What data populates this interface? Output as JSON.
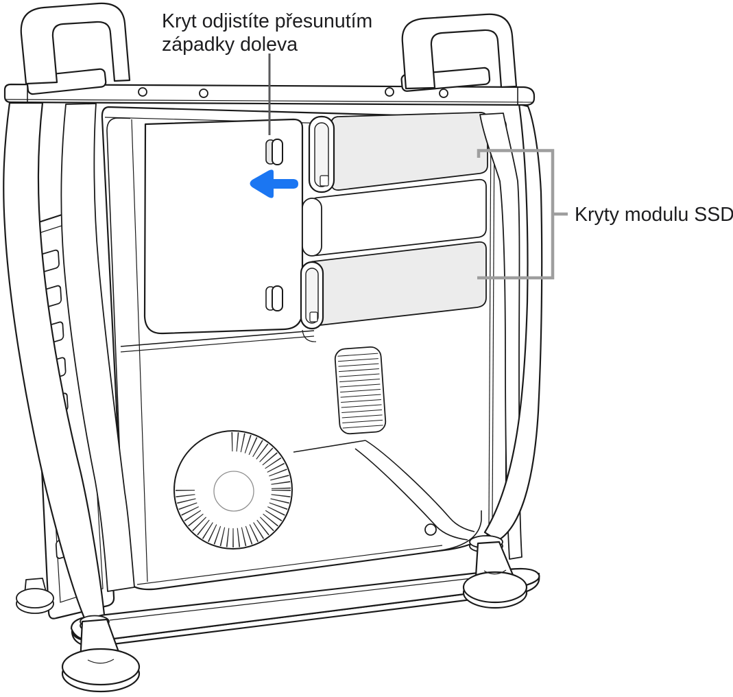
{
  "figure": {
    "callouts": {
      "latch": {
        "line1": "Kryt odjistíte přesunutím",
        "line2": "západky doleva"
      },
      "ssd": {
        "label": "Kryty modulu SSD"
      }
    },
    "icons": [
      "left-arrow-icon"
    ],
    "colors": {
      "arrow_blue": "#1B76F2",
      "bracket_gray": "#9E9E9E",
      "callout_line": "#59595B",
      "outline": "#1A1A1A",
      "panel_gray": "#ECECEC",
      "text": "#1D1D1F",
      "background": "#FFFFFF"
    }
  }
}
